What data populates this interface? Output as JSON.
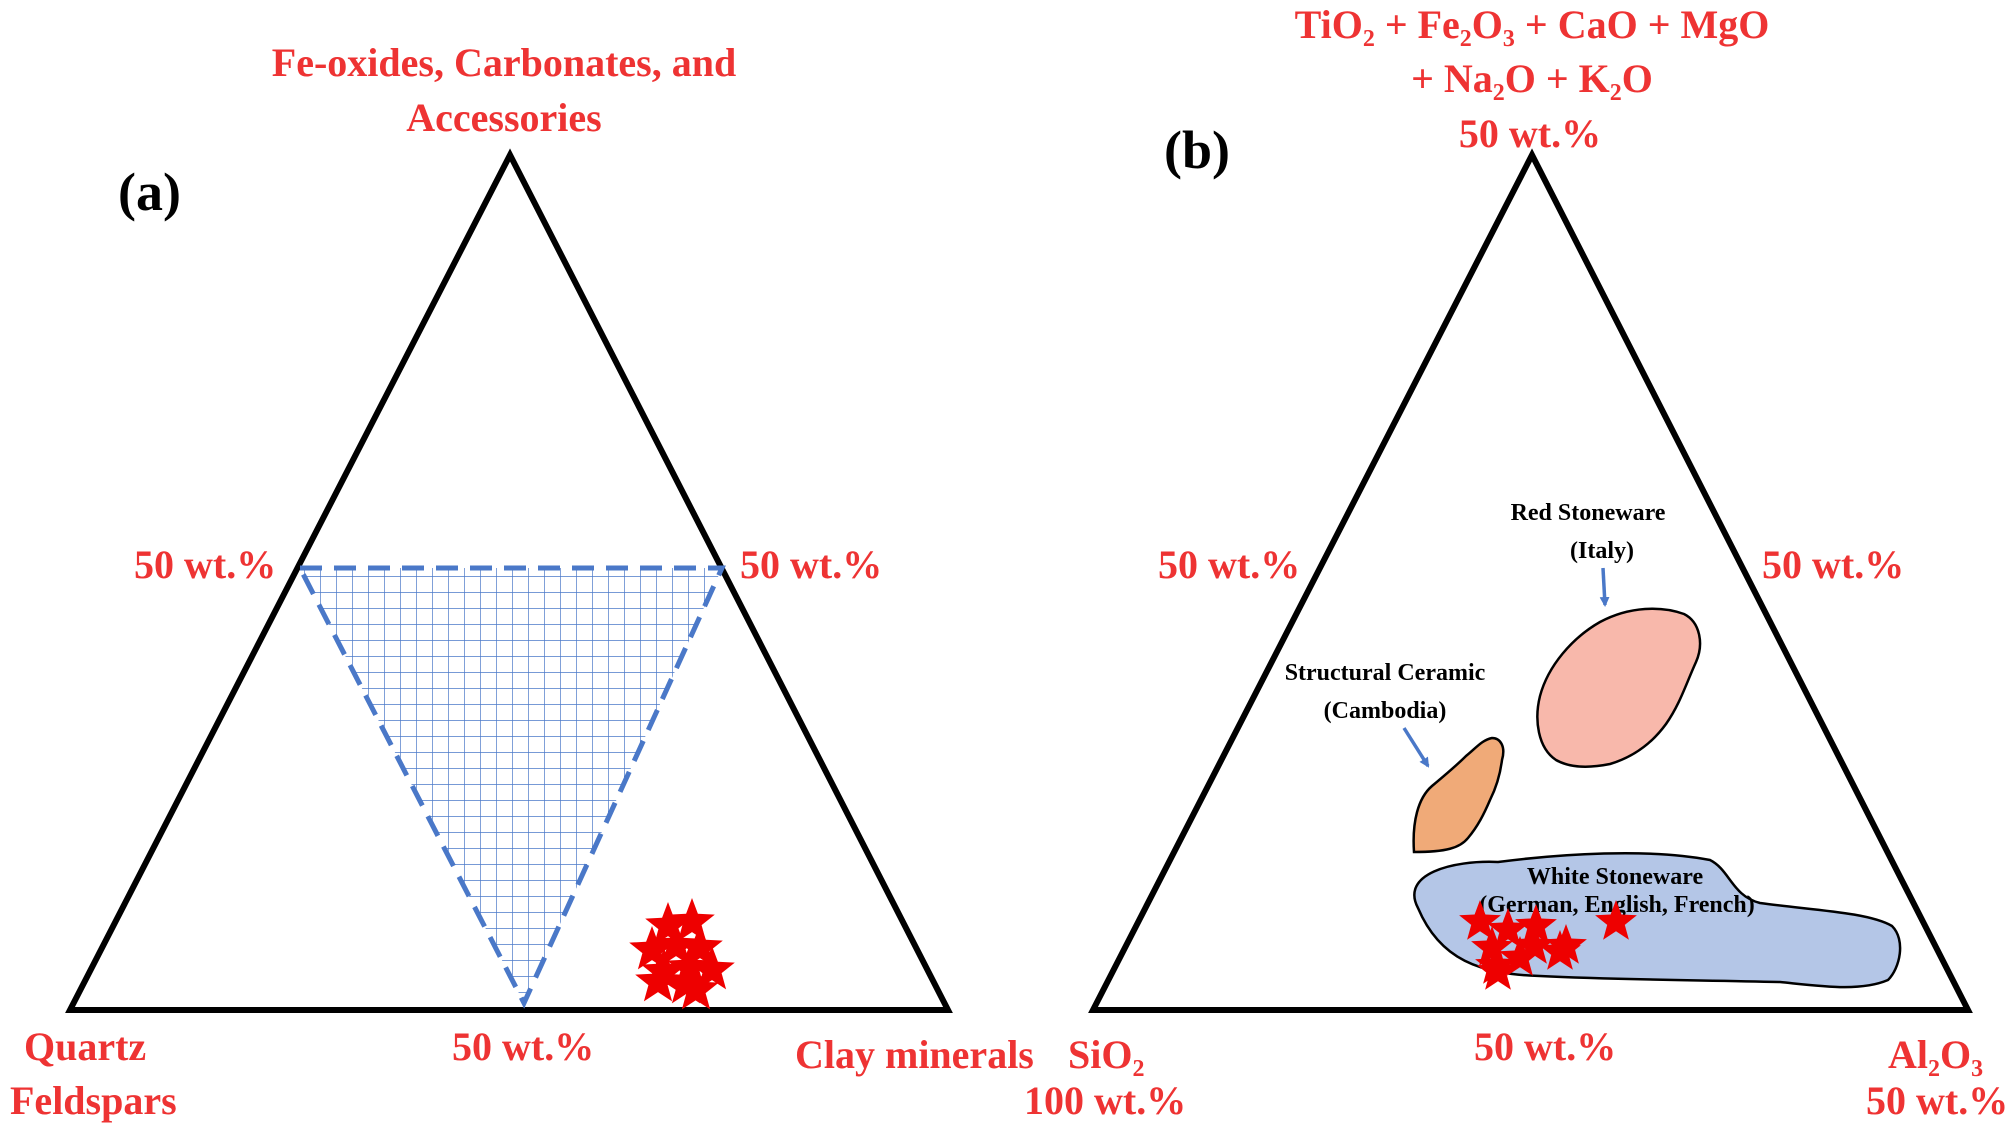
{
  "colors": {
    "accent_red": "#ee3333",
    "star_red": "#ee0000",
    "hatch_blue": "#4a78c8",
    "white_stoneware": "#b4c6e7",
    "red_stoneware": "#f8b8ab",
    "structural_ceramic": "#f0aa78",
    "arrow_blue": "#4a78c8"
  },
  "panel_a": {
    "label": "(a)",
    "top_label_line1": "Fe-oxides, Carbonates, and",
    "top_label_line2": "Accessories",
    "left_mid_label": "50 wt.%",
    "right_mid_label": "50 wt.%",
    "bottom_mid_label": "50 wt.%",
    "bottom_left_line1": "Quartz",
    "bottom_left_line2": "Feldspars",
    "bottom_right_label": "Clay minerals"
  },
  "panel_b": {
    "label": "(b)",
    "top_label_line1": "TiO₂ + Fe₂O₃ + CaO + MgO",
    "top_label_line2": "+ Na₂O + K₂O",
    "top_label_line3": "50 wt.%",
    "left_mid_label": "50 wt.%",
    "right_mid_label": "50 wt.%",
    "bottom_mid_label": "50 wt.%",
    "bottom_left_line1": "SiO₂",
    "bottom_left_line2": "100 wt.%",
    "bottom_right_line1": "Al₂O₃",
    "bottom_right_line2": "50 wt.%",
    "regions": {
      "red_stoneware_line1": "Red Stoneware",
      "red_stoneware_line2": "(Italy)",
      "structural_line1": "Structural Ceramic",
      "structural_line2": "(Cambodia)",
      "white_line1": "White Stoneware",
      "white_line2": "(German, English, French)"
    }
  }
}
